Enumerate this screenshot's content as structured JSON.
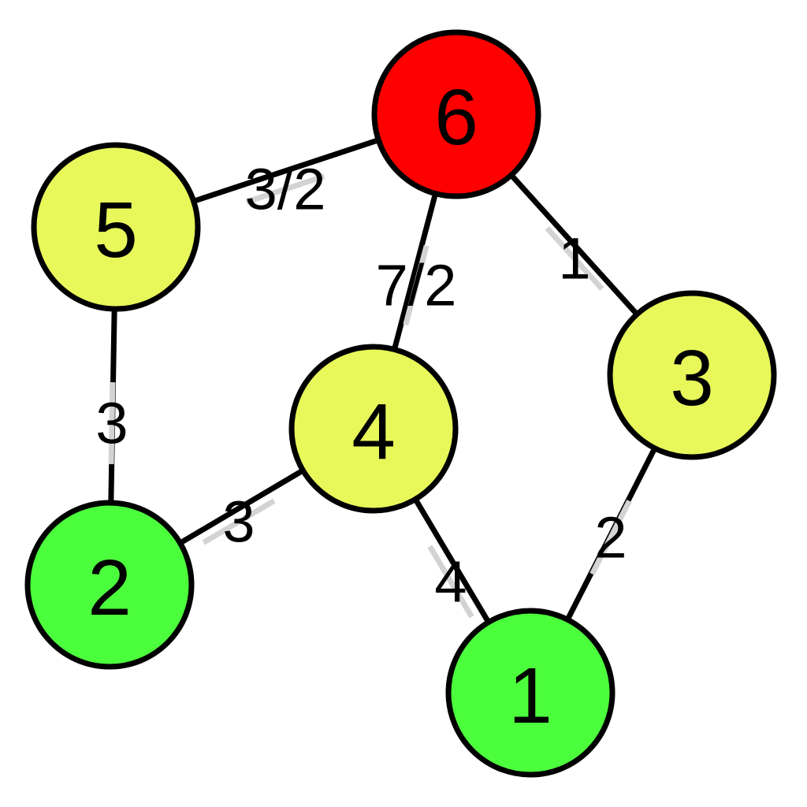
{
  "colors": {
    "source": "#ff0000",
    "visited": "#4cff3c",
    "frontier": "#e8f85a",
    "stroke": "#000000",
    "label_halo": "#d3d3d3"
  },
  "nodes": [
    {
      "id": "6",
      "label": "6",
      "color": "source"
    },
    {
      "id": "5",
      "label": "5",
      "color": "frontier"
    },
    {
      "id": "3",
      "label": "3",
      "color": "frontier"
    },
    {
      "id": "4",
      "label": "4",
      "color": "frontier"
    },
    {
      "id": "2",
      "label": "2",
      "color": "visited"
    },
    {
      "id": "1",
      "label": "1",
      "color": "visited"
    }
  ],
  "edges": [
    {
      "from": "6",
      "to": "5",
      "weight": "3/2"
    },
    {
      "from": "6",
      "to": "4",
      "weight": "7/2"
    },
    {
      "from": "6",
      "to": "3",
      "weight": "1"
    },
    {
      "from": "5",
      "to": "2",
      "weight": "3"
    },
    {
      "from": "2",
      "to": "4",
      "weight": "3"
    },
    {
      "from": "4",
      "to": "1",
      "weight": "4"
    },
    {
      "from": "3",
      "to": "1",
      "weight": "2"
    }
  ]
}
